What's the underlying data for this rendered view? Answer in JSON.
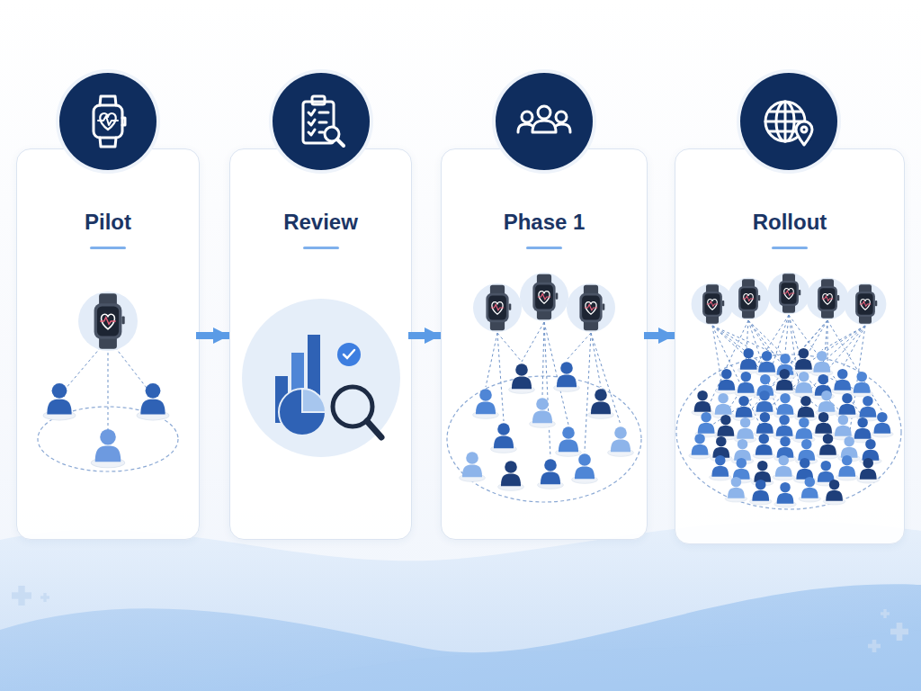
{
  "diagram": {
    "nodes": [
      {
        "text": [
          "Pilot"
        ]
      },
      {
        "text": [
          "Review"
        ]
      },
      {
        "text": [
          "Phase 1"
        ]
      },
      {
        "text": [
          "Rollout"
        ]
      }
    ],
    "edges": [
      {
        "from": 0,
        "to": 1,
        "arrow": "to"
      },
      {
        "from": 1,
        "to": 2,
        "arrow": "to"
      },
      {
        "from": 2,
        "to": 3,
        "arrow": "to"
      }
    ]
  }
}
